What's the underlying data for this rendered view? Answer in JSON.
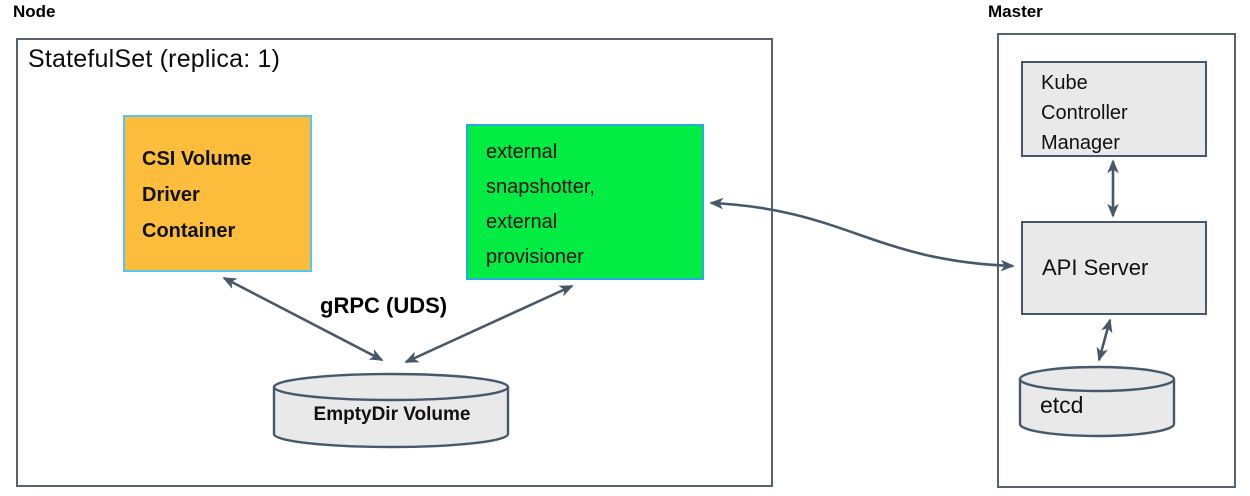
{
  "node": {
    "label": "Node",
    "statefulset_title": "StatefulSet (replica: 1)",
    "csi_container_label": "CSI Volume\nDriver\nContainer",
    "sidecar_label": "external\nsnapshotter,\nexternal\nprovisioner",
    "grpc_label": "gRPC (UDS)",
    "emptydir_label": "EmptyDir Volume"
  },
  "master": {
    "label": "Master",
    "kube_controller_manager_label": "Kube\nController\nManager",
    "api_server_label": "API Server",
    "etcd_label": "etcd"
  },
  "colors": {
    "csi_box_fill": "#fbbd3b",
    "csi_box_border": "#56c6ee",
    "sidecar_box_fill": "#03ec43",
    "sidecar_box_border": "#29a9e1",
    "gray_box_fill": "#e9e9e9",
    "inner_box_border": "#47586a",
    "outer_box_border": "#55636f",
    "arrow": "#47586a",
    "text": "#111111"
  }
}
